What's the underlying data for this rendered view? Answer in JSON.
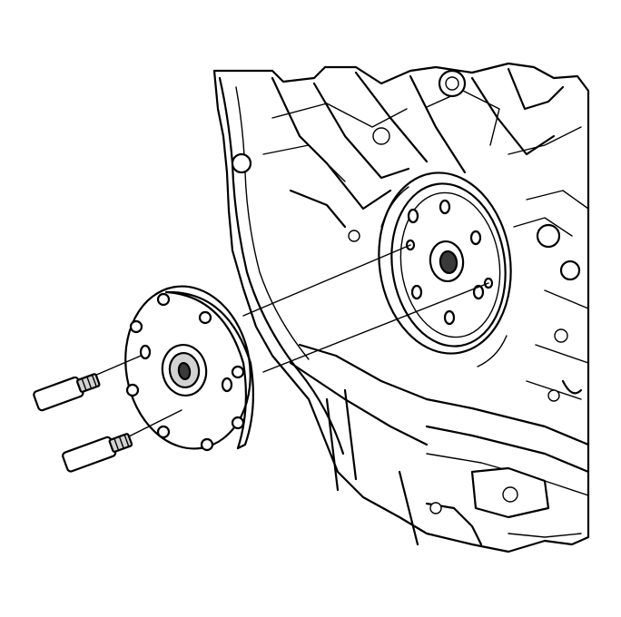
{
  "figure": {
    "background": "#ffffff",
    "line_color": "#000000",
    "tool_plate_fill": "#d2d2d2",
    "components": [
      {
        "name": "engine-block",
        "icon": "engine-block-outline"
      },
      {
        "name": "crankshaft-flange",
        "icon": "flange-with-bolt-holes"
      },
      {
        "name": "adapter-plate",
        "icon": "stippled-round-plate"
      },
      {
        "name": "guide-pin",
        "icon": "knurled-pin",
        "count": 2
      }
    ],
    "alignment_lines": 2
  }
}
